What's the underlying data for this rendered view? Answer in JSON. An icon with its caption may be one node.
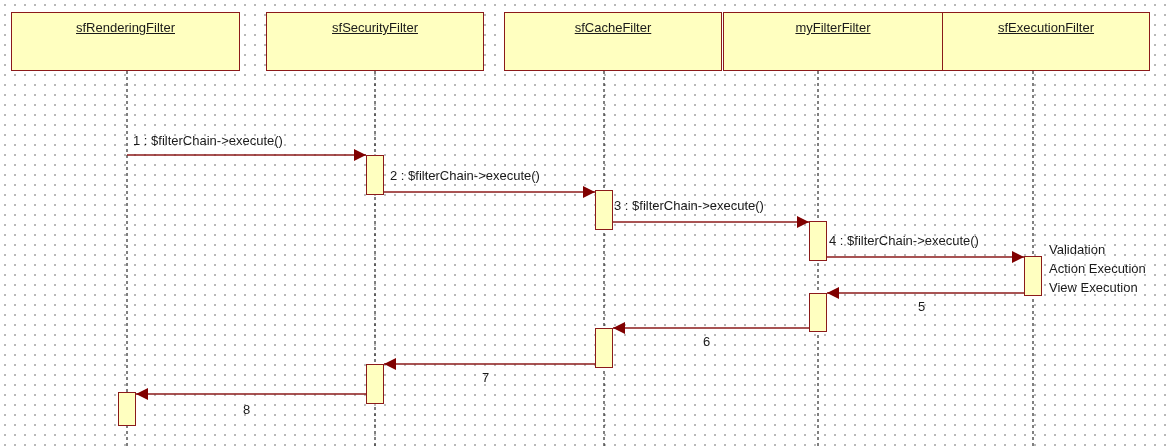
{
  "diagram": {
    "nodes": [
      {
        "text": [
          "sfRenderingFilter"
        ]
      },
      {
        "text": [
          "sfSecurityFilter"
        ]
      },
      {
        "text": [
          "sfCacheFilter"
        ]
      },
      {
        "text": [
          "myFilterFilter"
        ]
      },
      {
        "text": [
          "sfExecutionFilter"
        ]
      },
      {
        "text": [],
        "shape": "bar"
      },
      {
        "text": [],
        "shape": "bar"
      },
      {
        "text": [],
        "shape": "bar"
      },
      {
        "text": [],
        "shape": "bar",
        "beside": [
          "Validation",
          "Action Execution",
          "View Execution"
        ]
      },
      {
        "text": [],
        "shape": "bar"
      },
      {
        "text": [],
        "shape": "bar"
      },
      {
        "text": [],
        "shape": "bar"
      },
      {
        "text": [],
        "shape": "bar"
      }
    ],
    "edges": [
      {
        "from": null,
        "to": 5,
        "arrow": "to",
        "label": "1 : $filterChain->execute()"
      },
      {
        "from": 5,
        "to": 6,
        "arrow": "to",
        "label": "2 : $filterChain->execute()"
      },
      {
        "from": 6,
        "to": 7,
        "arrow": "to",
        "label": "3 : $filterChain->execute()"
      },
      {
        "from": 7,
        "to": 8,
        "arrow": "to",
        "label": "4 : $filterChain->execute()"
      },
      {
        "from": 8,
        "to": 9,
        "arrow": "to",
        "label": "5"
      },
      {
        "from": 9,
        "to": 10,
        "arrow": "to",
        "label": "6"
      },
      {
        "from": 10,
        "to": 11,
        "arrow": "to",
        "label": "7"
      },
      {
        "from": 11,
        "to": 12,
        "arrow": "to",
        "label": "8"
      }
    ]
  }
}
